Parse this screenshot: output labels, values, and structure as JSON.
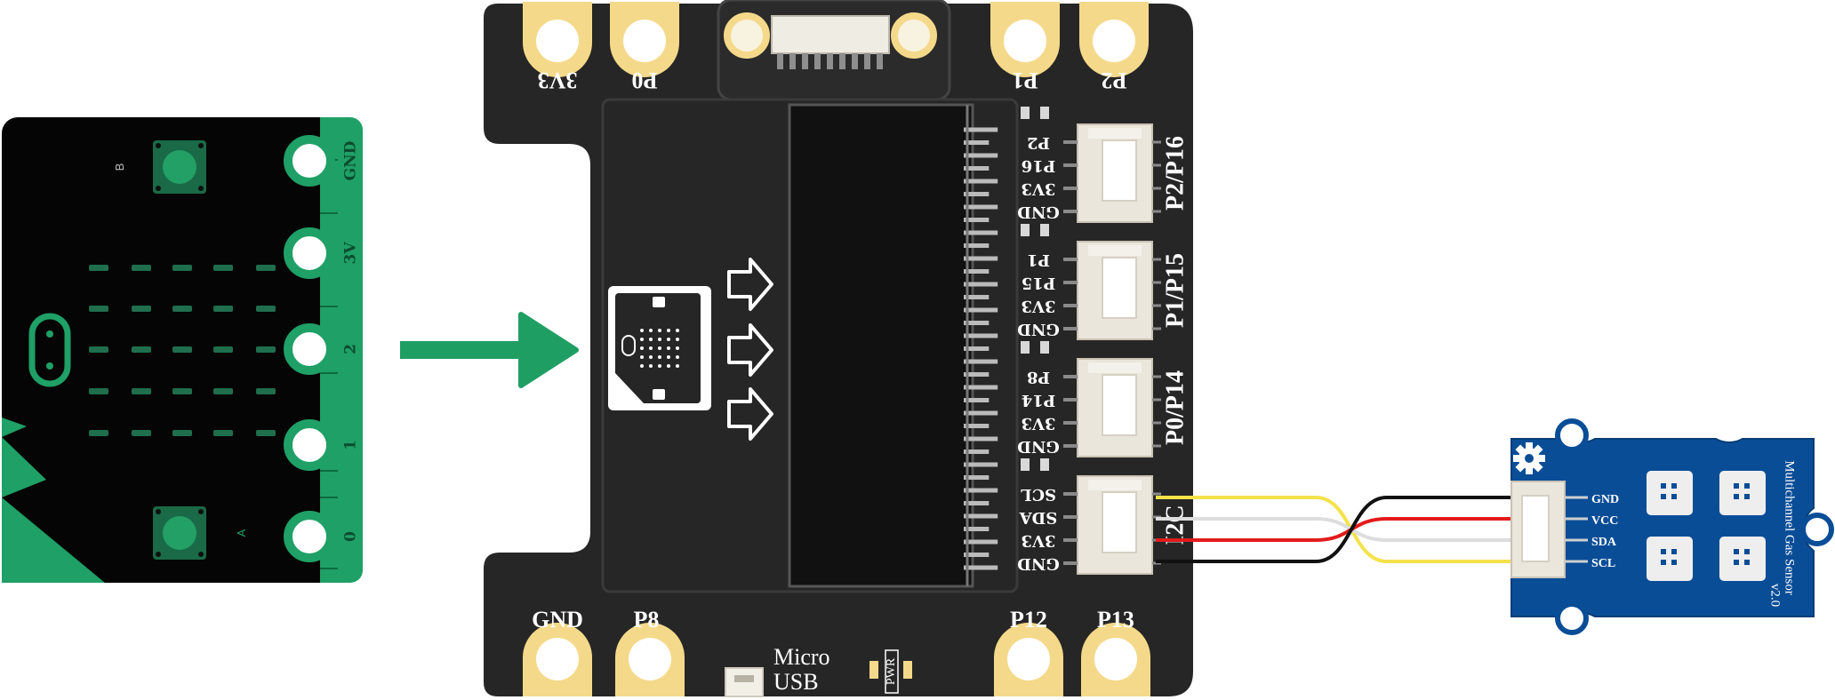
{
  "microbit": {
    "edge_labels": [
      "GND",
      "3V",
      "2",
      "1",
      "0"
    ],
    "button_labels": [
      "B",
      "A"
    ]
  },
  "board": {
    "top_pads": [
      "3V3",
      "P0",
      "P1",
      "P2"
    ],
    "bottom_pads": [
      "GND",
      "P8",
      "P12",
      "P13"
    ],
    "usb_label_line1": "Micro",
    "usb_label_line2": "USB",
    "pwr_label": "PWR",
    "groves": [
      {
        "name": "P2/P16",
        "pins": [
          "P2",
          "P16",
          "3V3",
          "GND"
        ]
      },
      {
        "name": "P1/P15",
        "pins": [
          "P1",
          "P15",
          "3V3",
          "GND"
        ]
      },
      {
        "name": "P0/P14",
        "pins": [
          "P8",
          "P14",
          "3V3",
          "GND"
        ]
      },
      {
        "name": "I2C",
        "pins": [
          "SCL",
          "SDA",
          "3V3",
          "GND"
        ]
      }
    ]
  },
  "sensor": {
    "pins": [
      "GND",
      "VCC",
      "SDA",
      "SCL"
    ],
    "title_line1": "Multichannel Gas Sensor",
    "title_line2": "v2.0"
  },
  "colors": {
    "microbit_green": "#1fa066",
    "board_black": "#262626",
    "pad_gold": "#f5d98a",
    "sensor_blue": "#0a4d97",
    "arrow_green": "#1f9e63",
    "wire_yellow": "#f4e24a",
    "wire_white": "#dddddd",
    "wire_red": "#e31b1b",
    "wire_black": "#111111"
  }
}
